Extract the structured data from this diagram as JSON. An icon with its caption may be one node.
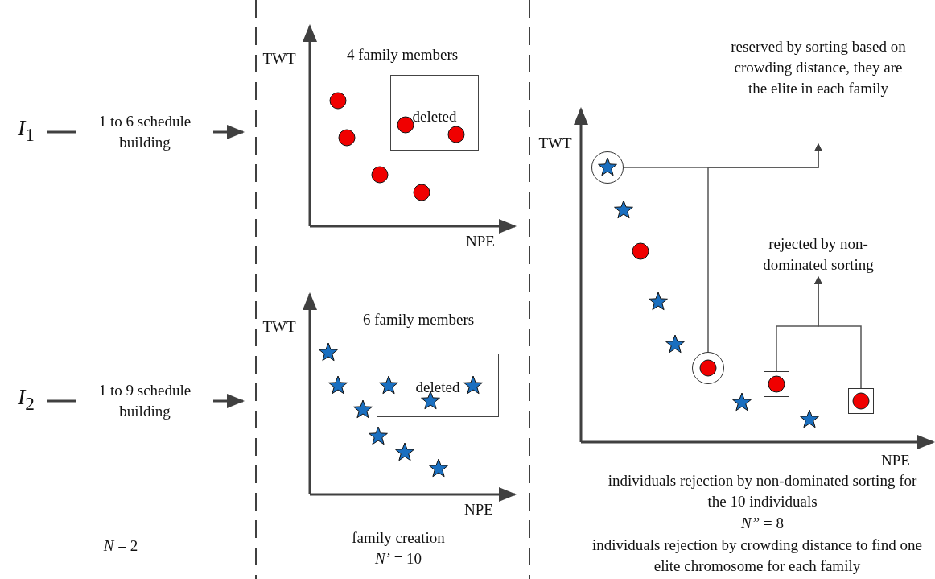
{
  "diagram": {
    "nodes": [
      {
        "text": [
          "*I*$_{1}$"
        ]
      },
      {
        "text": [
          "deleted"
        ]
      },
      {
        "text": [
          "reserved by sorting based on crowding distance, they are the elite in each family"
        ]
      },
      {
        "text": [],
        "shape": "circle"
      },
      {
        "text": [
          "rejected by non-dominated sorting"
        ]
      },
      {
        "text": [],
        "shape": "circle"
      },
      {
        "text": [],
        "shape": "box"
      },
      {
        "text": [],
        "shape": "box"
      },
      {
        "text": [
          "*I*$_{2}$"
        ]
      },
      {
        "text": [
          "deleted"
        ]
      }
    ],
    "edges": [
      {
        "from": 0,
        "to": null,
        "label": "1 to 6 schedule building",
        "arrow": "to"
      },
      {
        "from": 8,
        "to": null,
        "label": "1 to 9 schedule building",
        "arrow": "to"
      },
      {
        "from": 3,
        "to": 2,
        "arrow": "to"
      },
      {
        "from": 5,
        "to": 2,
        "arrow": "to"
      },
      {
        "from": 6,
        "to": 4,
        "arrow": "to"
      },
      {
        "from": 7,
        "to": 4,
        "arrow": "to"
      }
    ],
    "labels": [
      "TWT",
      "4 family members",
      "NPE",
      "TWT",
      "TWT",
      "6 family members",
      "NPE",
      "NPE",
      "individuals rejection by non-dominated sorting for the 10 individuals",
      "*N”* = 8",
      "individuals rejection by crowding distance to find one elite chromosome for each family",
      "*N* = 2",
      "family creation",
      "*N’* = 10"
    ]
  }
}
